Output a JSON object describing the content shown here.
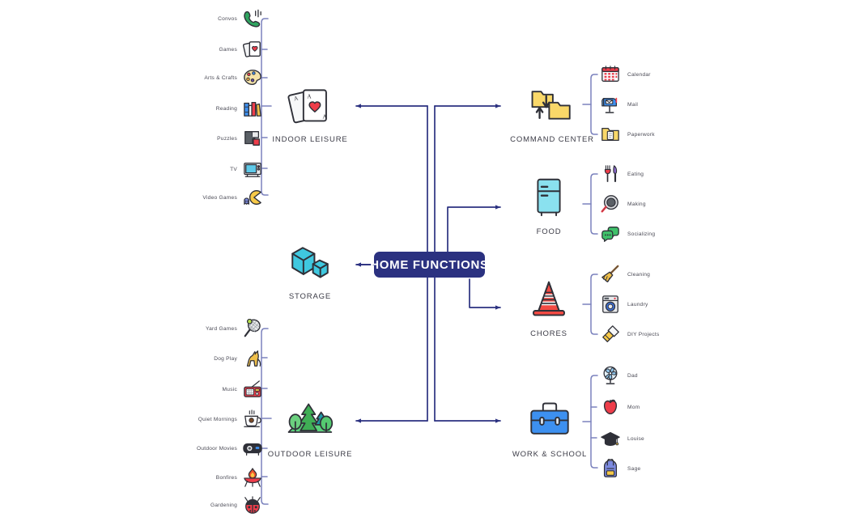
{
  "diagram": {
    "title": "HOME FUNCTIONS",
    "background": "#ffffff",
    "accent": "#2b3180",
    "bracket_color": "#7b82bd",
    "caption_color": "#3b3b46"
  },
  "center": {
    "label": "HOME FUNCTIONS"
  },
  "branches": [
    {
      "key": "indoor_leisure",
      "label": "INDOOR LEISURE",
      "icon": "playing-cards-icon",
      "side": "left",
      "items": [
        {
          "label": "Convos",
          "icon": "phone-call-icon"
        },
        {
          "label": "Games",
          "icon": "playing-cards-small-icon"
        },
        {
          "label": "Arts & Crafts",
          "icon": "paint-palette-icon"
        },
        {
          "label": "Reading",
          "icon": "books-icon"
        },
        {
          "label": "Puzzles",
          "icon": "puzzle-icon"
        },
        {
          "label": "TV",
          "icon": "television-icon"
        },
        {
          "label": "Video Games",
          "icon": "pacman-icon"
        }
      ]
    },
    {
      "key": "storage",
      "label": "STORAGE",
      "icon": "boxes-icon",
      "side": "left",
      "items": []
    },
    {
      "key": "outdoor_leisure",
      "label": "OUTDOOR LEISURE",
      "icon": "trees-icon",
      "side": "left",
      "items": [
        {
          "label": "Yard Games",
          "icon": "tennis-racket-icon"
        },
        {
          "label": "Dog Play",
          "icon": "dog-icon"
        },
        {
          "label": "Music",
          "icon": "radio-icon"
        },
        {
          "label": "Quiet Mornings",
          "icon": "coffee-cup-icon"
        },
        {
          "label": "Outdoor Movies",
          "icon": "projector-icon"
        },
        {
          "label": "Bonfires",
          "icon": "fire-pit-icon"
        },
        {
          "label": "Gardening",
          "icon": "ladybug-icon"
        }
      ]
    },
    {
      "key": "command_center",
      "label": "COMMAND CENTER",
      "icon": "folders-transfer-icon",
      "side": "right",
      "items": [
        {
          "label": "Calendar",
          "icon": "calendar-icon"
        },
        {
          "label": "Mail",
          "icon": "mailbox-icon"
        },
        {
          "label": "Paperwork",
          "icon": "document-folder-icon"
        }
      ]
    },
    {
      "key": "food",
      "label": "FOOD",
      "icon": "refrigerator-icon",
      "side": "right",
      "items": [
        {
          "label": "Eating",
          "icon": "fork-knife-icon"
        },
        {
          "label": "Making",
          "icon": "frying-pan-icon"
        },
        {
          "label": "Socializing",
          "icon": "speech-bubbles-icon"
        }
      ]
    },
    {
      "key": "chores",
      "label": "CHORES",
      "icon": "traffic-cone-icon",
      "side": "right",
      "items": [
        {
          "label": "Cleaning",
          "icon": "broom-icon"
        },
        {
          "label": "Laundry",
          "icon": "washing-machine-icon"
        },
        {
          "label": "DIY Projects",
          "icon": "paint-scraper-icon"
        }
      ]
    },
    {
      "key": "work_school",
      "label": "WORK & SCHOOL",
      "icon": "briefcase-icon",
      "side": "right",
      "items": [
        {
          "label": "Dad",
          "icon": "fan-icon"
        },
        {
          "label": "Mom",
          "icon": "apple-icon"
        },
        {
          "label": "Louise",
          "icon": "graduation-cap-icon"
        },
        {
          "label": "Sage",
          "icon": "backpack-icon"
        }
      ]
    }
  ]
}
